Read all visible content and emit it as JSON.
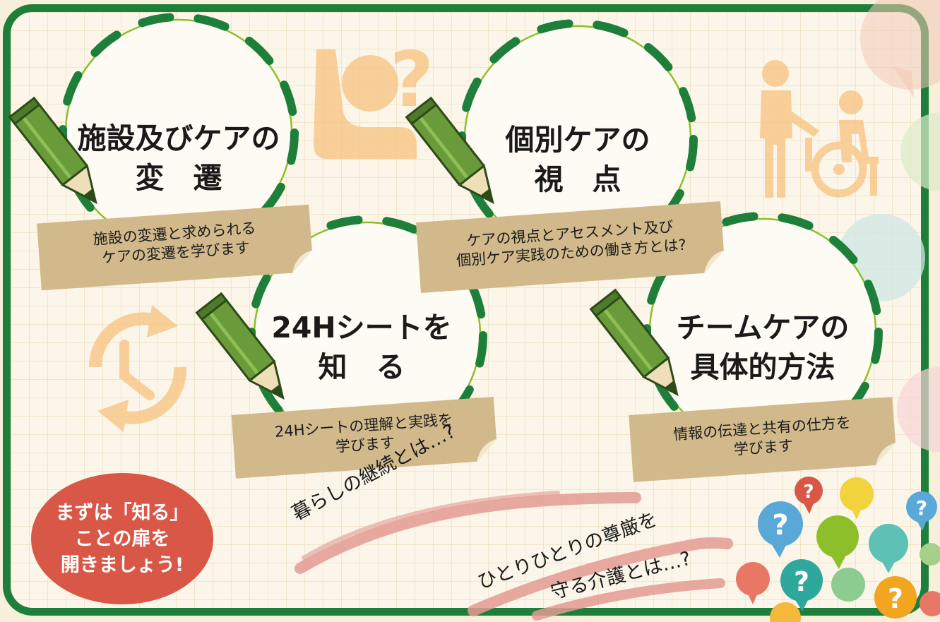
{
  "topics": [
    {
      "title_lines": [
        "施設及びケアの",
        "変　遷"
      ],
      "note_lines": [
        "施設の変遷と求められる",
        "ケアの変遷を学びます"
      ]
    },
    {
      "title_lines": [
        "個別ケアの",
        "視　点"
      ],
      "note_lines": [
        "ケアの視点とアセスメント及び",
        "個別ケア実践のための働き方とは?"
      ]
    },
    {
      "title_lines": [
        "24Hシートを",
        "知　る"
      ],
      "note_lines": [
        "24Hシートの理解と実践を",
        "学びます"
      ]
    },
    {
      "title_lines": [
        "チームケアの",
        "具体的方法"
      ],
      "note_lines": [
        "情報の伝達と共有の仕方を",
        "学びます"
      ]
    }
  ],
  "cta": {
    "lines": [
      "まずは「知る」",
      "ことの扉を",
      "開きましょう!"
    ]
  },
  "handwritten": {
    "line1": "暮らしの継続とは…?",
    "line2": "ひとりひとりの尊厳を",
    "line3": "守る介護とは…?"
  },
  "icons": {
    "question_mark": "?",
    "person_question": "person-question-icon",
    "caregiver_wheelchair": "caregiver-wheelchair-icon",
    "clock_cycle": "clock-cycle-icon",
    "pencil": "pencil-icon",
    "speech_bubble": "question-speech-bubble-icon"
  },
  "colors": {
    "frame_green": "#1e7f3a",
    "dash_green": "#1e7f3a",
    "line_green": "#8dbf2a",
    "pencil_green": "#6a9b3a",
    "note_tan": "#d2b98b",
    "cta_red": "#d95747",
    "brush_pink": "#e39a93",
    "icon_orange": "#f7c27e"
  }
}
